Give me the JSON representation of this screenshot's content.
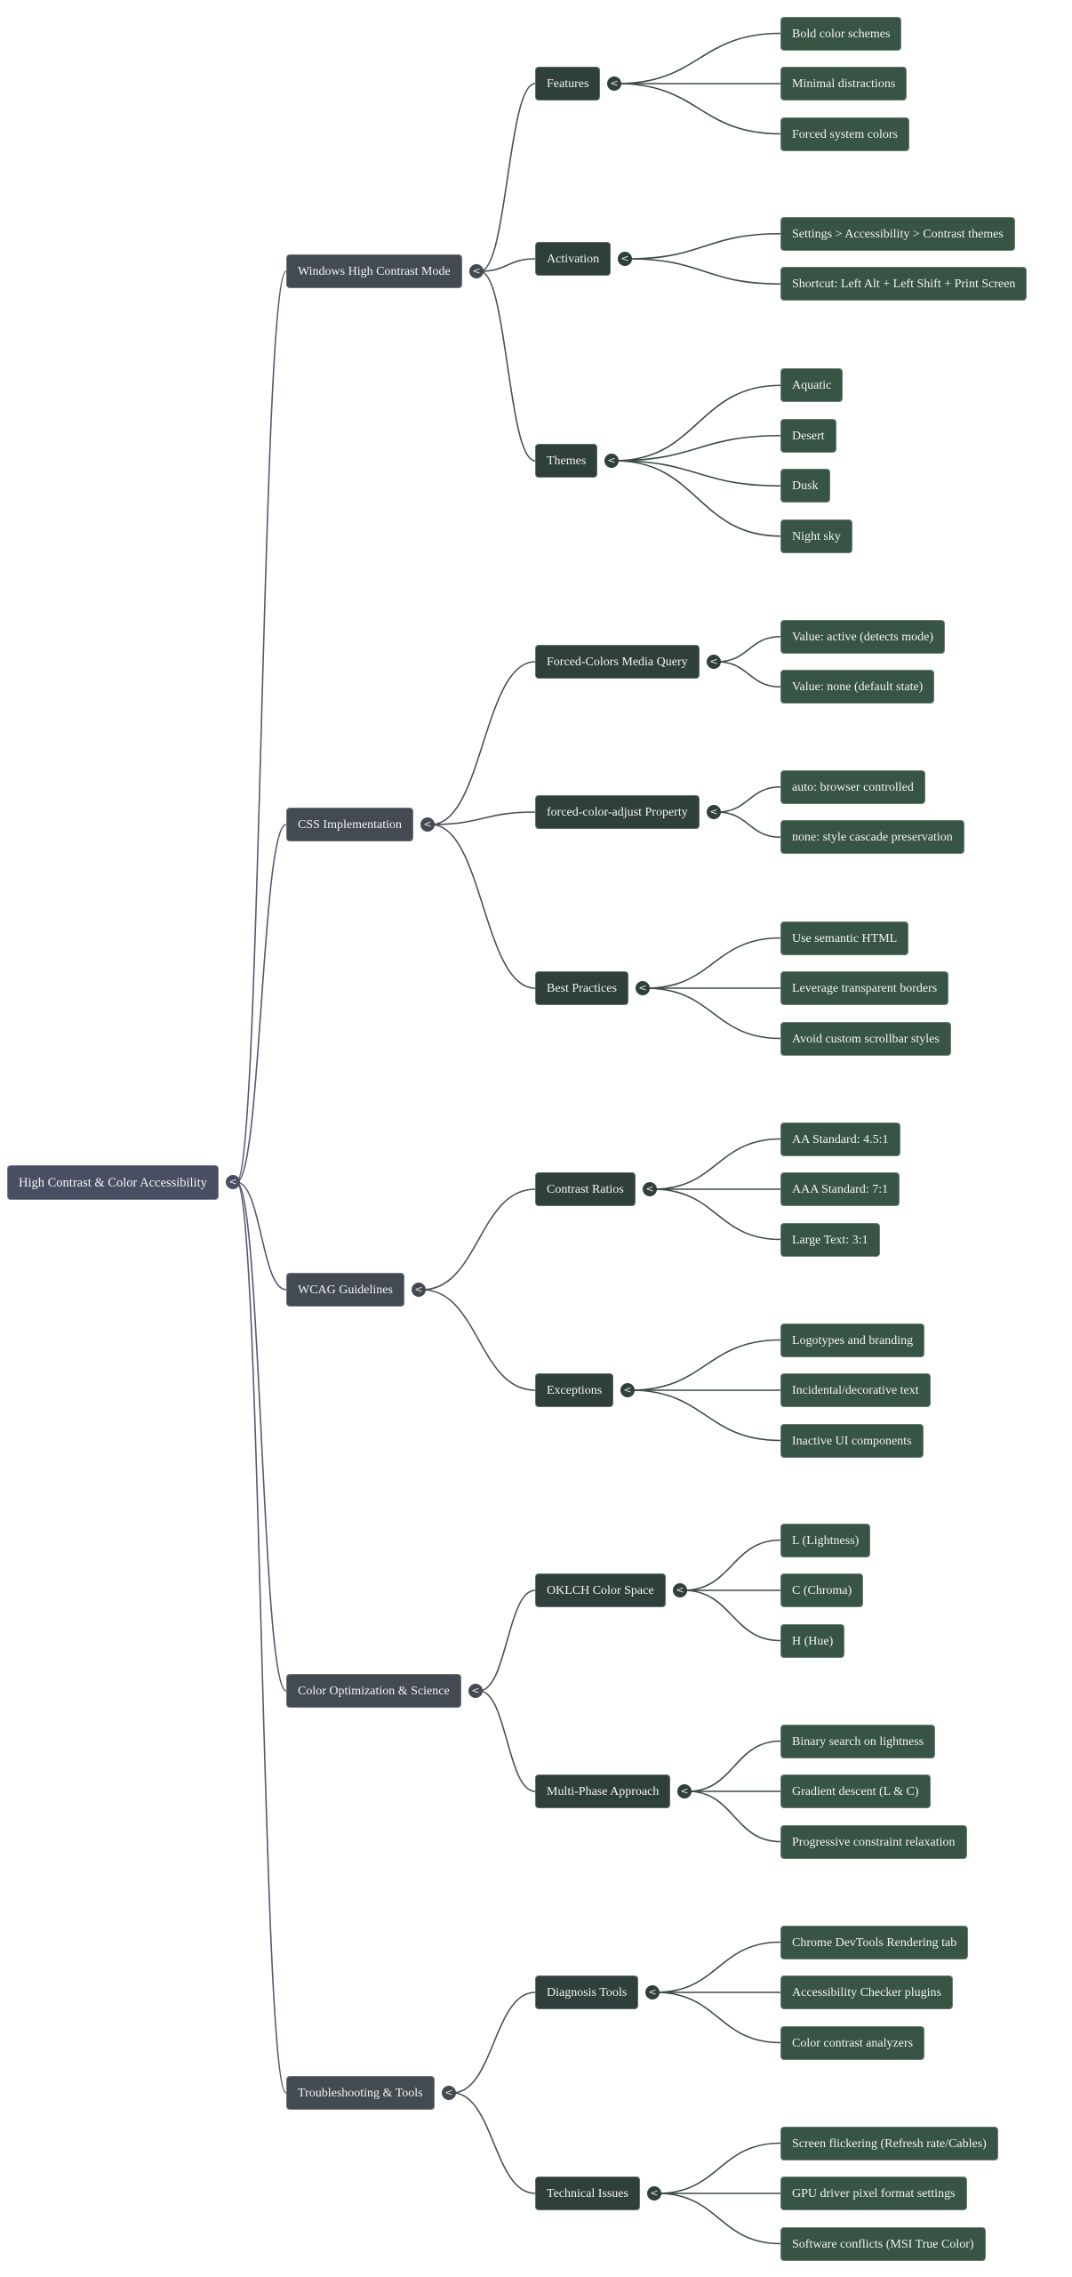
{
  "colors": {
    "root": "#4a4e63",
    "level1": "#444a52",
    "level2": "#2f3f3b",
    "leaf": "#375444",
    "edge_root": "#555a72",
    "edge_level1": "#4b5058",
    "edge_level2": "#3d4c48",
    "background": "#ffffff"
  },
  "toggle_icon": "chevron-left-icon",
  "toggle_glyph": "<",
  "mindmap": {
    "label": "High Contrast & Color Accessibility",
    "children": [
      {
        "label": "Windows High Contrast Mode",
        "children": [
          {
            "label": "Features",
            "children": [
              {
                "label": "Bold color schemes"
              },
              {
                "label": "Minimal distractions"
              },
              {
                "label": "Forced system colors"
              }
            ]
          },
          {
            "label": "Activation",
            "children": [
              {
                "label": "Settings > Accessibility > Contrast themes"
              },
              {
                "label": "Shortcut: Left Alt + Left Shift + Print Screen"
              }
            ]
          },
          {
            "label": "Themes",
            "children": [
              {
                "label": "Aquatic"
              },
              {
                "label": "Desert"
              },
              {
                "label": "Dusk"
              },
              {
                "label": "Night sky"
              }
            ]
          }
        ]
      },
      {
        "label": "CSS Implementation",
        "children": [
          {
            "label": "Forced-Colors Media Query",
            "children": [
              {
                "label": "Value: active (detects mode)"
              },
              {
                "label": "Value: none (default state)"
              }
            ]
          },
          {
            "label": "forced-color-adjust Property",
            "children": [
              {
                "label": "auto: browser controlled"
              },
              {
                "label": "none: style cascade preservation"
              }
            ]
          },
          {
            "label": "Best Practices",
            "children": [
              {
                "label": "Use semantic HTML"
              },
              {
                "label": "Leverage transparent borders"
              },
              {
                "label": "Avoid custom scrollbar styles"
              }
            ]
          }
        ]
      },
      {
        "label": "WCAG Guidelines",
        "children": [
          {
            "label": "Contrast Ratios",
            "children": [
              {
                "label": "AA Standard: 4.5:1"
              },
              {
                "label": "AAA Standard: 7:1"
              },
              {
                "label": "Large Text: 3:1"
              }
            ]
          },
          {
            "label": "Exceptions",
            "children": [
              {
                "label": "Logotypes and branding"
              },
              {
                "label": "Incidental/decorative text"
              },
              {
                "label": "Inactive UI components"
              }
            ]
          }
        ]
      },
      {
        "label": "Color Optimization & Science",
        "children": [
          {
            "label": "OKLCH Color Space",
            "children": [
              {
                "label": "L (Lightness)"
              },
              {
                "label": "C (Chroma)"
              },
              {
                "label": "H (Hue)"
              }
            ]
          },
          {
            "label": "Multi-Phase Approach",
            "children": [
              {
                "label": "Binary search on lightness"
              },
              {
                "label": "Gradient descent (L & C)"
              },
              {
                "label": "Progressive constraint relaxation"
              }
            ]
          }
        ]
      },
      {
        "label": "Troubleshooting & Tools",
        "children": [
          {
            "label": "Diagnosis Tools",
            "children": [
              {
                "label": "Chrome DevTools Rendering tab"
              },
              {
                "label": "Accessibility Checker plugins"
              },
              {
                "label": "Color contrast analyzers"
              }
            ]
          },
          {
            "label": "Technical Issues",
            "children": [
              {
                "label": "Screen flickering (Refresh rate/Cables)"
              },
              {
                "label": "GPU driver pixel format settings"
              },
              {
                "label": "Software conflicts (MSI True Color)"
              }
            ]
          }
        ]
      }
    ]
  }
}
